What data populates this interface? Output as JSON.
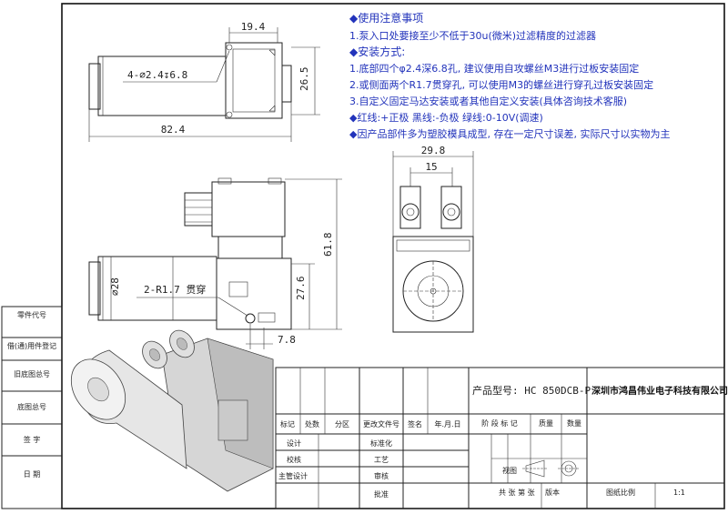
{
  "side_labels": [
    "零件代号",
    "借(通)用件登记",
    "旧底图总号",
    "底图总号",
    "签 字",
    "日 期"
  ],
  "top_view": {
    "dim_width": "19.4",
    "dim_height": "26.5",
    "dim_length": "82.4",
    "hole_callout": "4-⌀2.4↧6.8"
  },
  "right_view": {
    "dim_width": "29.8",
    "dim_port_spacing": "15"
  },
  "front_view": {
    "dim_diameter": "⌀28",
    "thru_hole": "2-R1.7 贯穿",
    "dim_height": "61.8",
    "dim_mid": "27.6",
    "dim_offset": "7.8"
  },
  "notes": {
    "heading_usage": "◆使用注意事项",
    "usage_1": "1.泵入口处要接至少不低于30u(微米)过滤精度的过滤器",
    "heading_install": "◆安装方式:",
    "install_1": "1.底部四个φ2.4深6.8孔, 建议使用自攻螺丝M3进行过板安装固定",
    "install_2": "2.或侧面两个R1.7贯穿孔, 可以使用M3的螺丝进行穿孔过板安装固定",
    "install_3": "3.自定义固定马达安装或者其他自定义安装(具体咨询技术客服)",
    "wires": "◆红线:+正极  黑线:-负极  绿线:0-10V(调速)",
    "mold": "◆因产品部件多为塑胶模具成型, 存在一定尺寸误差, 实际尺寸以实物为主"
  },
  "title_block": {
    "model": "产品型号: HC 850DCB-P",
    "company": "深圳市鸿昌伟业电子科技有限公司",
    "rev_headers": [
      "标记",
      "处数",
      "分区",
      "更改文件号",
      "签名",
      "年.月.日"
    ],
    "stage_label": "阶 段 标 记",
    "weight_label": "质量",
    "qty_label": "数量",
    "design": "设计",
    "check": "校核",
    "supervisor": "主管设计",
    "standard": "标准化",
    "process": "工艺",
    "review": "审核",
    "approve": "批准",
    "view_label": "视图",
    "sheets": "共  张  第  张",
    "version": "版本",
    "scale_label": "图纸比例",
    "scale_value": "1:1"
  }
}
